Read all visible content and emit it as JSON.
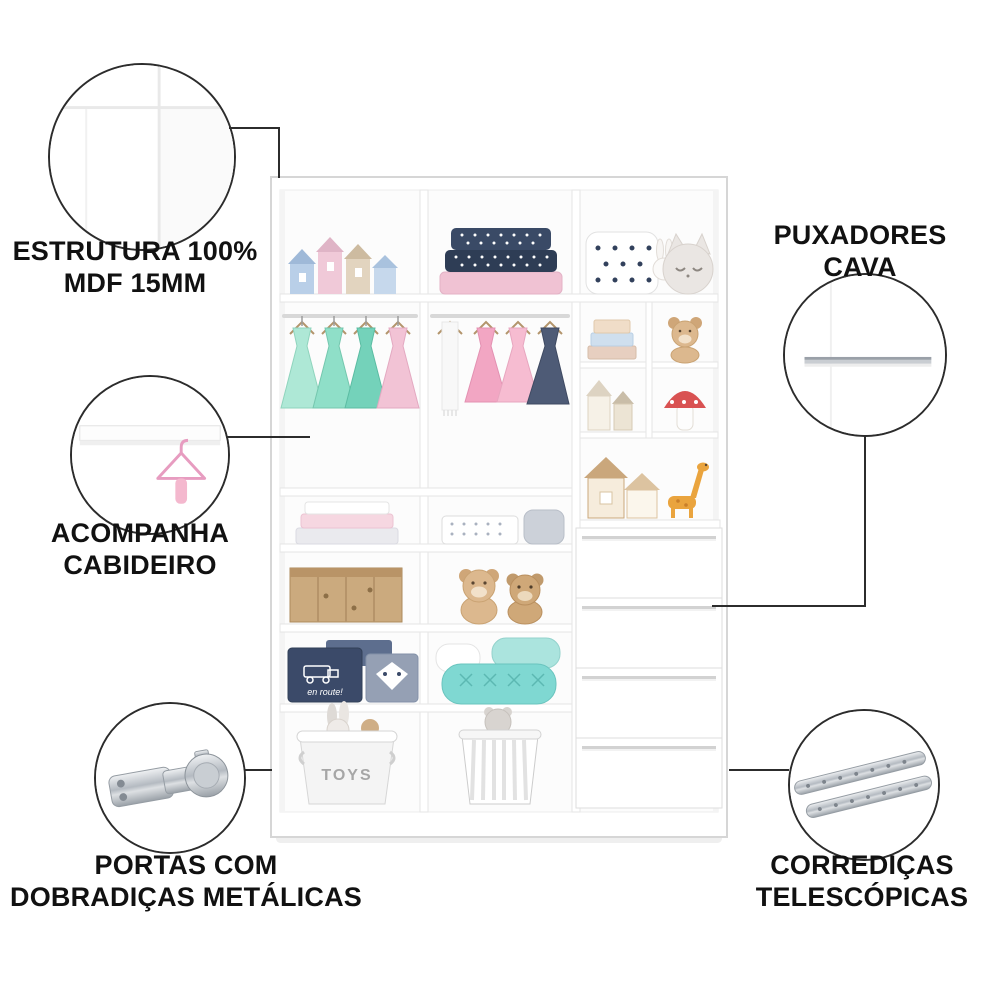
{
  "callouts": {
    "estrutura": {
      "line1": "ESTRUTURA 100%",
      "line2": "MDF 15MM"
    },
    "cabideiro": {
      "line1": "ACOMPANHA",
      "line2": "CABIDEIRO"
    },
    "dobradicas": {
      "line1": "PORTAS COM",
      "line2": "DOBRADIÇAS METÁLICAS"
    },
    "puxadores": {
      "line1": "PUXADORES",
      "line2": "CAVA"
    },
    "corredicas": {
      "line1": "CORREDIÇAS",
      "line2": "TELESCÓPICAS"
    }
  },
  "wardrobe": {
    "basket_label": "TOYS",
    "toy_box_label": "en route!"
  },
  "colors": {
    "text": "#111111",
    "connector": "#2c2c2c",
    "wardrobe_outline": "#d6d6d6",
    "navy": "#2e3d55",
    "pink": "#f2a6c3",
    "mint": "#8fdfc8",
    "teal": "#7fd8d2",
    "wood": "#cbaa7e",
    "metal": "#b4bac1"
  }
}
